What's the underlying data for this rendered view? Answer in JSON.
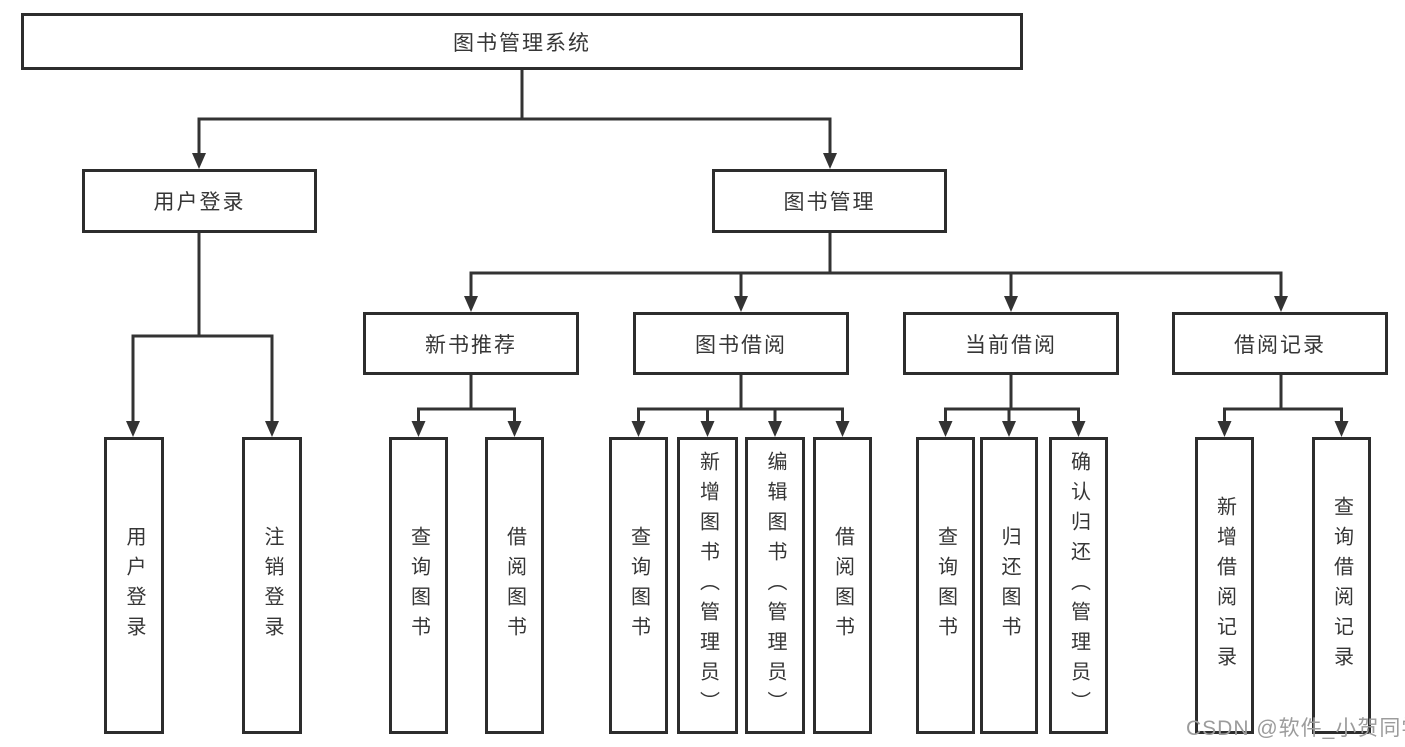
{
  "diagram": {
    "root": {
      "label": "图书管理系统"
    },
    "level2": [
      {
        "label": "用户登录"
      },
      {
        "label": "图书管理"
      }
    ],
    "level3": [
      {
        "label": "新书推荐"
      },
      {
        "label": "图书借阅"
      },
      {
        "label": "当前借阅"
      },
      {
        "label": "借阅记录"
      }
    ],
    "leaves": {
      "user_login": [
        "用户登录",
        "注销登录"
      ],
      "new_book_rec": [
        "查询图书",
        "借阅图书"
      ],
      "book_borrow": [
        "查询图书",
        "新增图书（管理员）",
        "编辑图书（管理员）",
        "借阅图书"
      ],
      "current_borrow": [
        "查询图书",
        "归还图书",
        "确认归还（管理员）"
      ],
      "borrow_records": [
        "新增借阅记录",
        "查询借阅记录"
      ]
    }
  },
  "watermark": {
    "text": "CSDN @软件_小贺同学"
  },
  "colors": {
    "line": "#333333",
    "border": "#2d2d2d",
    "text": "#363636",
    "watermark": "#9c9c9c",
    "background": "#ffffff"
  }
}
